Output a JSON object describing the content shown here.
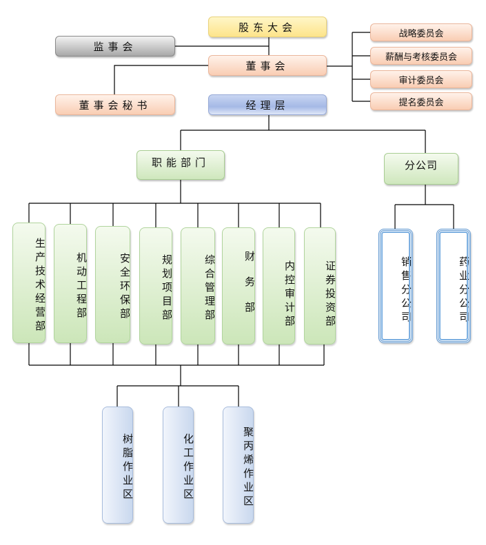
{
  "top": {
    "shareholders": "股东大会",
    "supervisors": "监事会",
    "board": "董事会",
    "secretary": "董事会秘书",
    "management": "经理层"
  },
  "committees": [
    "战略委员会",
    "薪酬与考核委员会",
    "审计委员会",
    "提名委员会"
  ],
  "branches": {
    "functional": "职能部门",
    "subsidiary": "分公司"
  },
  "departments": [
    "生产技术经营部",
    "机动工程部",
    "安全环保部",
    "规划项目部",
    "综合管理部",
    "财务部",
    "内控审计部",
    "证券投资部"
  ],
  "subsidiaries": [
    "销售分公司",
    "药业分公司"
  ],
  "work_zones": [
    "树脂作业区",
    "化工作业区",
    "聚丙烯作业区"
  ]
}
